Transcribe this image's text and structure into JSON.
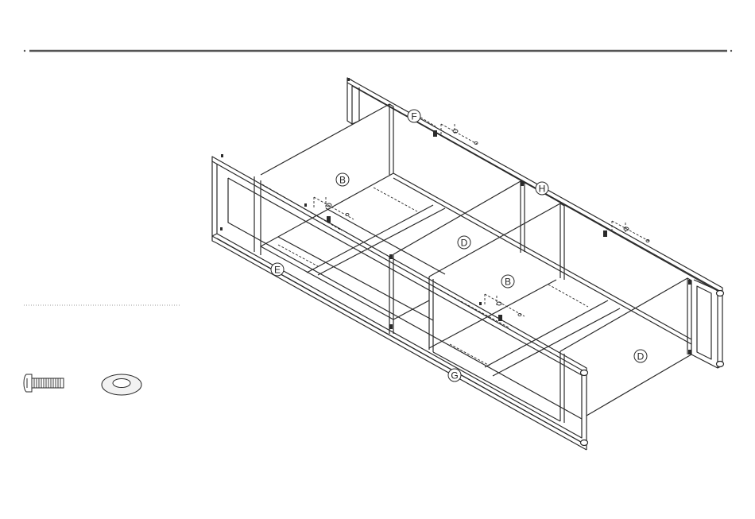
{
  "diagram": {
    "part_labels": {
      "b_top": "B",
      "b_mid": "B",
      "d_mid": "D",
      "d_right": "D",
      "e": "E",
      "f": "F",
      "g": "G",
      "h": "H"
    },
    "hardware": {
      "screw_icon": "screw-icon",
      "washer_icon": "washer-icon"
    },
    "colors": {
      "line": "#2a2a2a",
      "rule": "#555555",
      "washer_fill": "#f2f2f2"
    }
  }
}
